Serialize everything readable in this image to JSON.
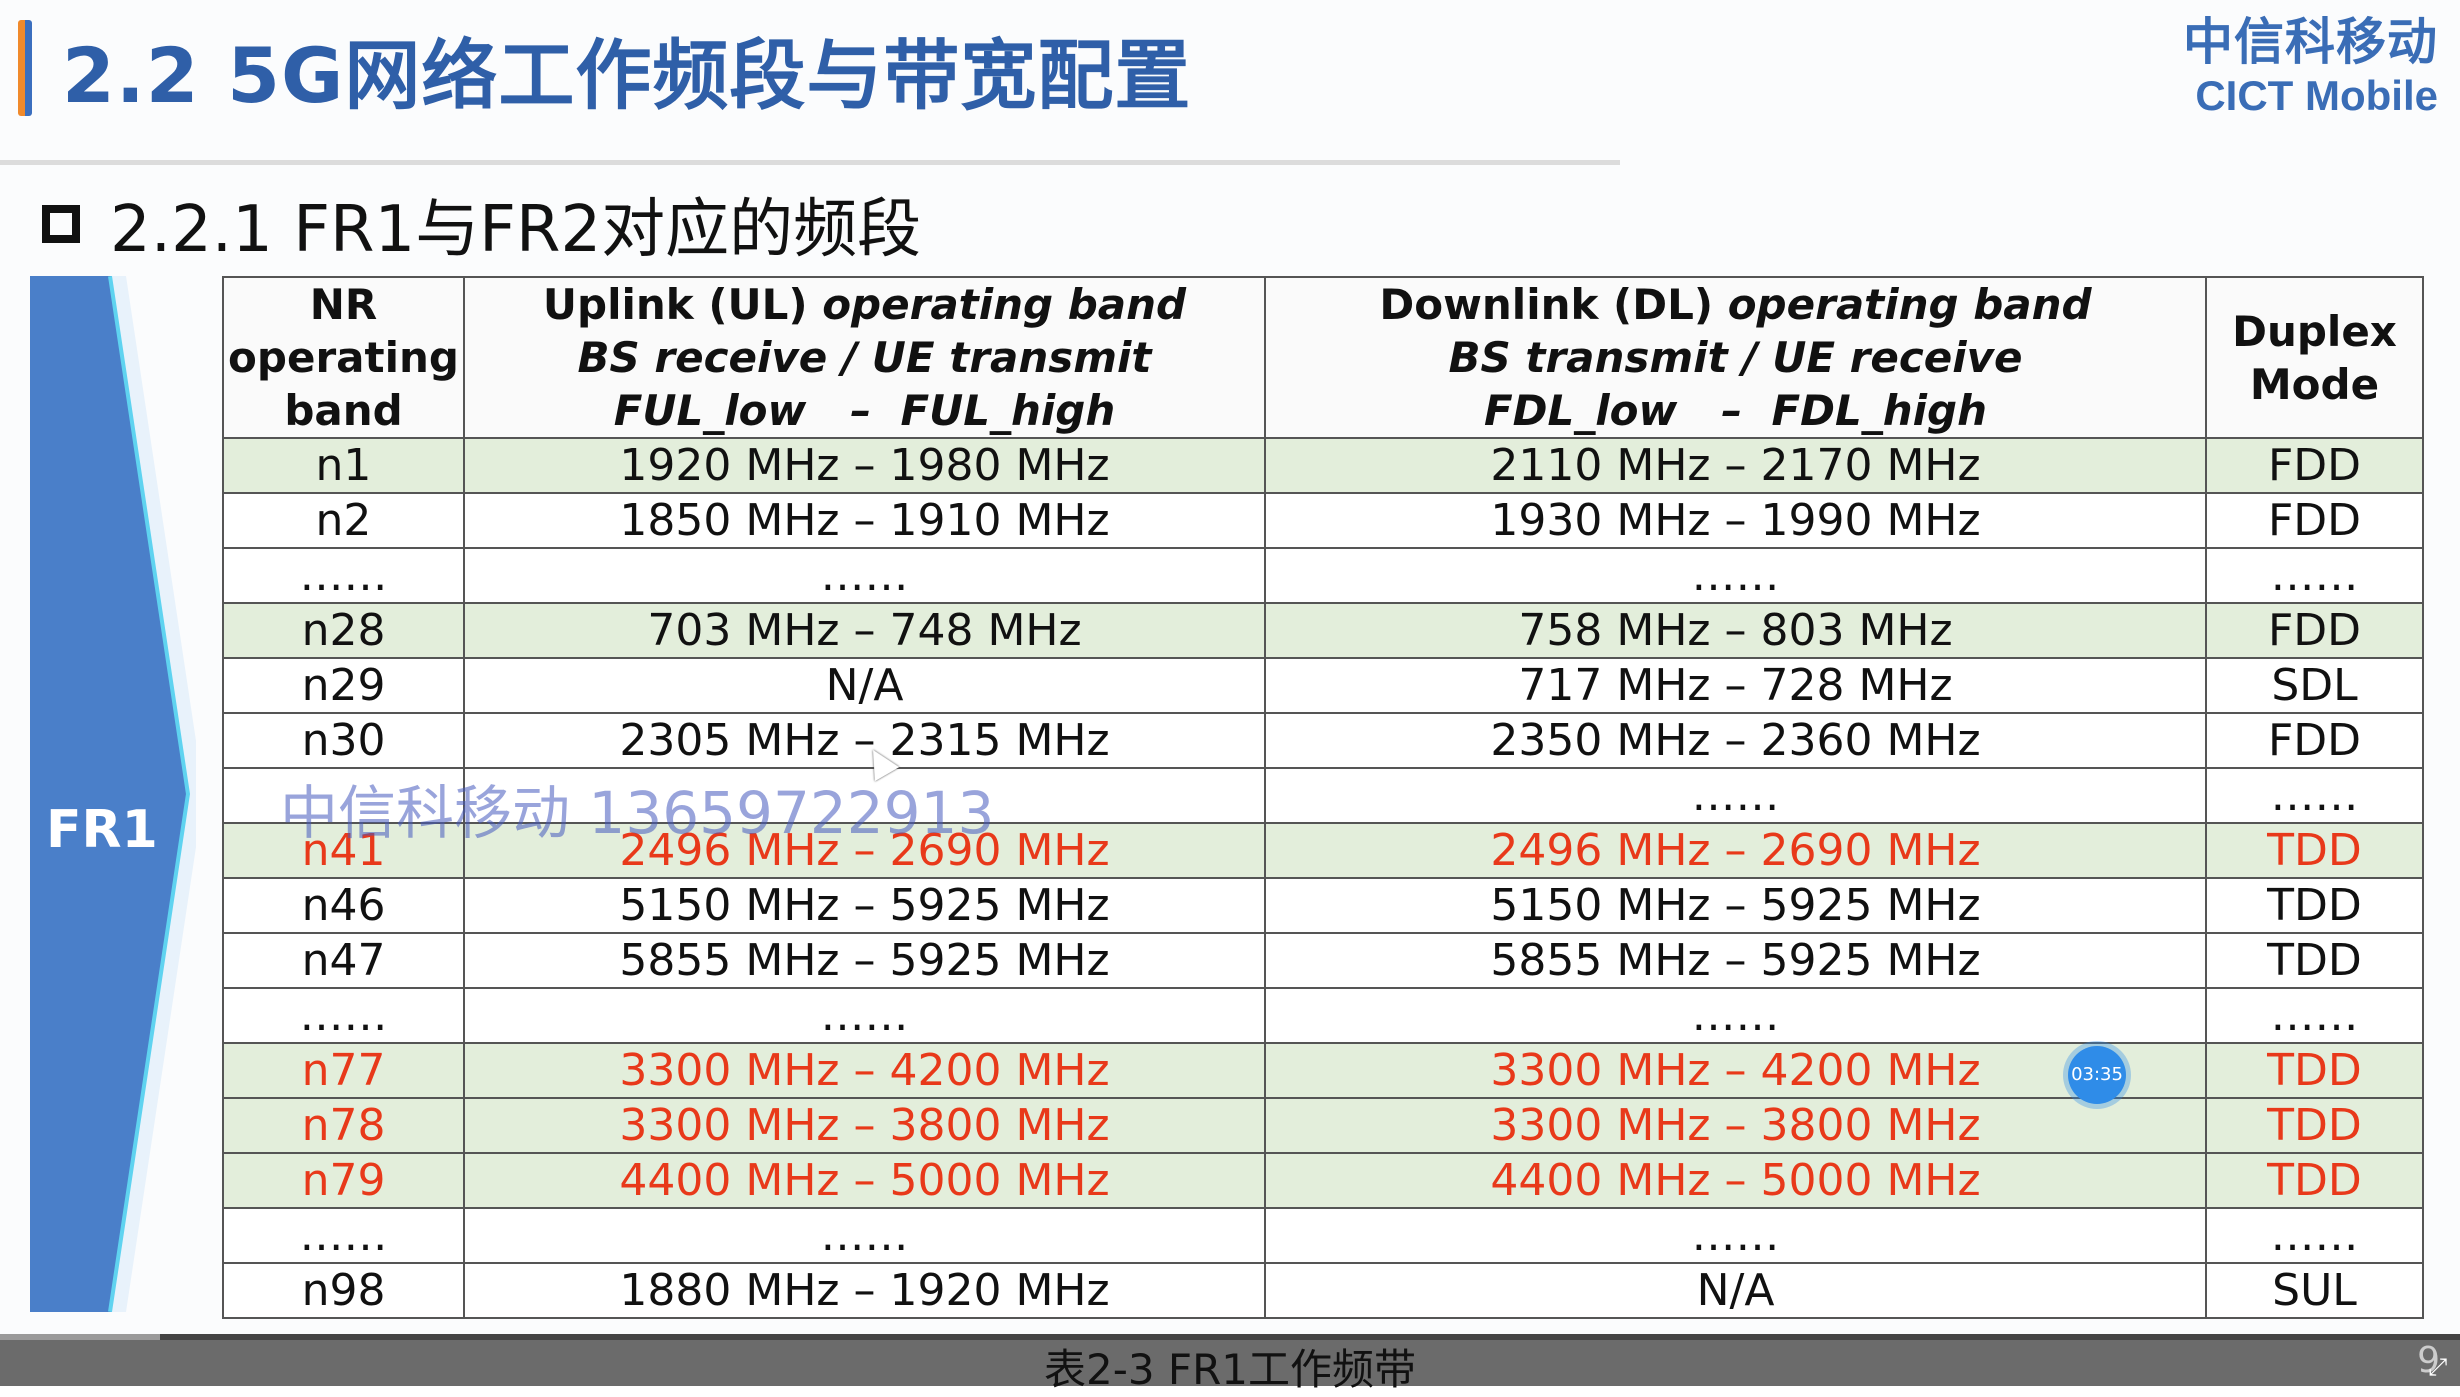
{
  "header": {
    "title": "2.2 5G网络工作频段与带宽配置",
    "logo_cn": "中信科移动",
    "logo_en": "CICT Mobile"
  },
  "subtitle": "2.2.1 FR1与FR2对应的频段",
  "fr_label": "FR1",
  "table": {
    "headers": {
      "band": [
        "NR",
        "operating",
        "band"
      ],
      "uplink": [
        "Uplink (UL) ",
        "operating band",
        "BS receive / UE transmit",
        "FUL_low   –  FUL_high"
      ],
      "downlink": [
        "Downlink (DL) ",
        "operating band",
        "BS transmit / UE receive",
        "FDL_low   –  FDL_high"
      ],
      "duplex": [
        "Duplex",
        "Mode"
      ]
    },
    "rows": [
      {
        "band": "n1",
        "ul": "1920 MHz – 1980 MHz",
        "dl": "2110 MHz – 2170 MHz",
        "mode": "FDD",
        "bg": "green",
        "highlight": false
      },
      {
        "band": "n2",
        "ul": "1850 MHz – 1910 MHz",
        "dl": "1930 MHz – 1990 MHz",
        "mode": "FDD",
        "bg": "white",
        "highlight": false
      },
      {
        "band": "……",
        "ul": "……",
        "dl": "……",
        "mode": "……",
        "bg": "white",
        "highlight": false
      },
      {
        "band": "n28",
        "ul": "703 MHz – 748 MHz",
        "dl": "758 MHz – 803 MHz",
        "mode": "FDD",
        "bg": "green",
        "highlight": false
      },
      {
        "band": "n29",
        "ul": "N/A",
        "dl": "717 MHz – 728 MHz",
        "mode": "SDL",
        "bg": "white",
        "highlight": false
      },
      {
        "band": "n30",
        "ul": "2305 MHz – 2315 MHz",
        "dl": "2350 MHz – 2360 MHz",
        "mode": "FDD",
        "bg": "white",
        "highlight": false
      },
      {
        "band": "",
        "ul": "",
        "dl": "……",
        "mode": "……",
        "bg": "white",
        "highlight": false
      },
      {
        "band": "n41",
        "ul": "2496 MHz – 2690 MHz",
        "dl": "2496 MHz – 2690 MHz",
        "mode": "TDD",
        "bg": "green",
        "highlight": true
      },
      {
        "band": "n46",
        "ul": "5150 MHz – 5925 MHz",
        "dl": "5150 MHz – 5925 MHz",
        "mode": "TDD",
        "bg": "white",
        "highlight": false
      },
      {
        "band": "n47",
        "ul": "5855 MHz – 5925 MHz",
        "dl": "5855 MHz – 5925 MHz",
        "mode": "TDD",
        "bg": "white",
        "highlight": false
      },
      {
        "band": "……",
        "ul": "……",
        "dl": "……",
        "mode": "……",
        "bg": "white",
        "highlight": false
      },
      {
        "band": "n77",
        "ul": "3300 MHz – 4200 MHz",
        "dl": "3300 MHz – 4200 MHz",
        "mode": "TDD",
        "bg": "green",
        "highlight": true
      },
      {
        "band": "n78",
        "ul": "3300 MHz – 3800 MHz",
        "dl": "3300 MHz – 3800 MHz",
        "mode": "TDD",
        "bg": "green",
        "highlight": true
      },
      {
        "band": "n79",
        "ul": "4400 MHz – 5000 MHz",
        "dl": "4400 MHz – 5000 MHz",
        "mode": "TDD",
        "bg": "green",
        "highlight": true
      },
      {
        "band": "……",
        "ul": "……",
        "dl": "……",
        "mode": "……",
        "bg": "white",
        "highlight": false
      },
      {
        "band": "n98",
        "ul": "1880 MHz – 1920 MHz",
        "dl": "N/A",
        "mode": "SUL",
        "bg": "white",
        "highlight": false
      }
    ]
  },
  "watermark": "中信科移动 13659722913",
  "timer": "03:35",
  "caption": "表2-3  FR1工作频带",
  "page_number": "9",
  "colors": {
    "title_blue": "#2f5fa8",
    "arrow_blue": "#4a7fc9",
    "arrow_edge": "#5fd3f0",
    "row_green": "#e3eedb",
    "highlight_red": "#e8391a"
  }
}
